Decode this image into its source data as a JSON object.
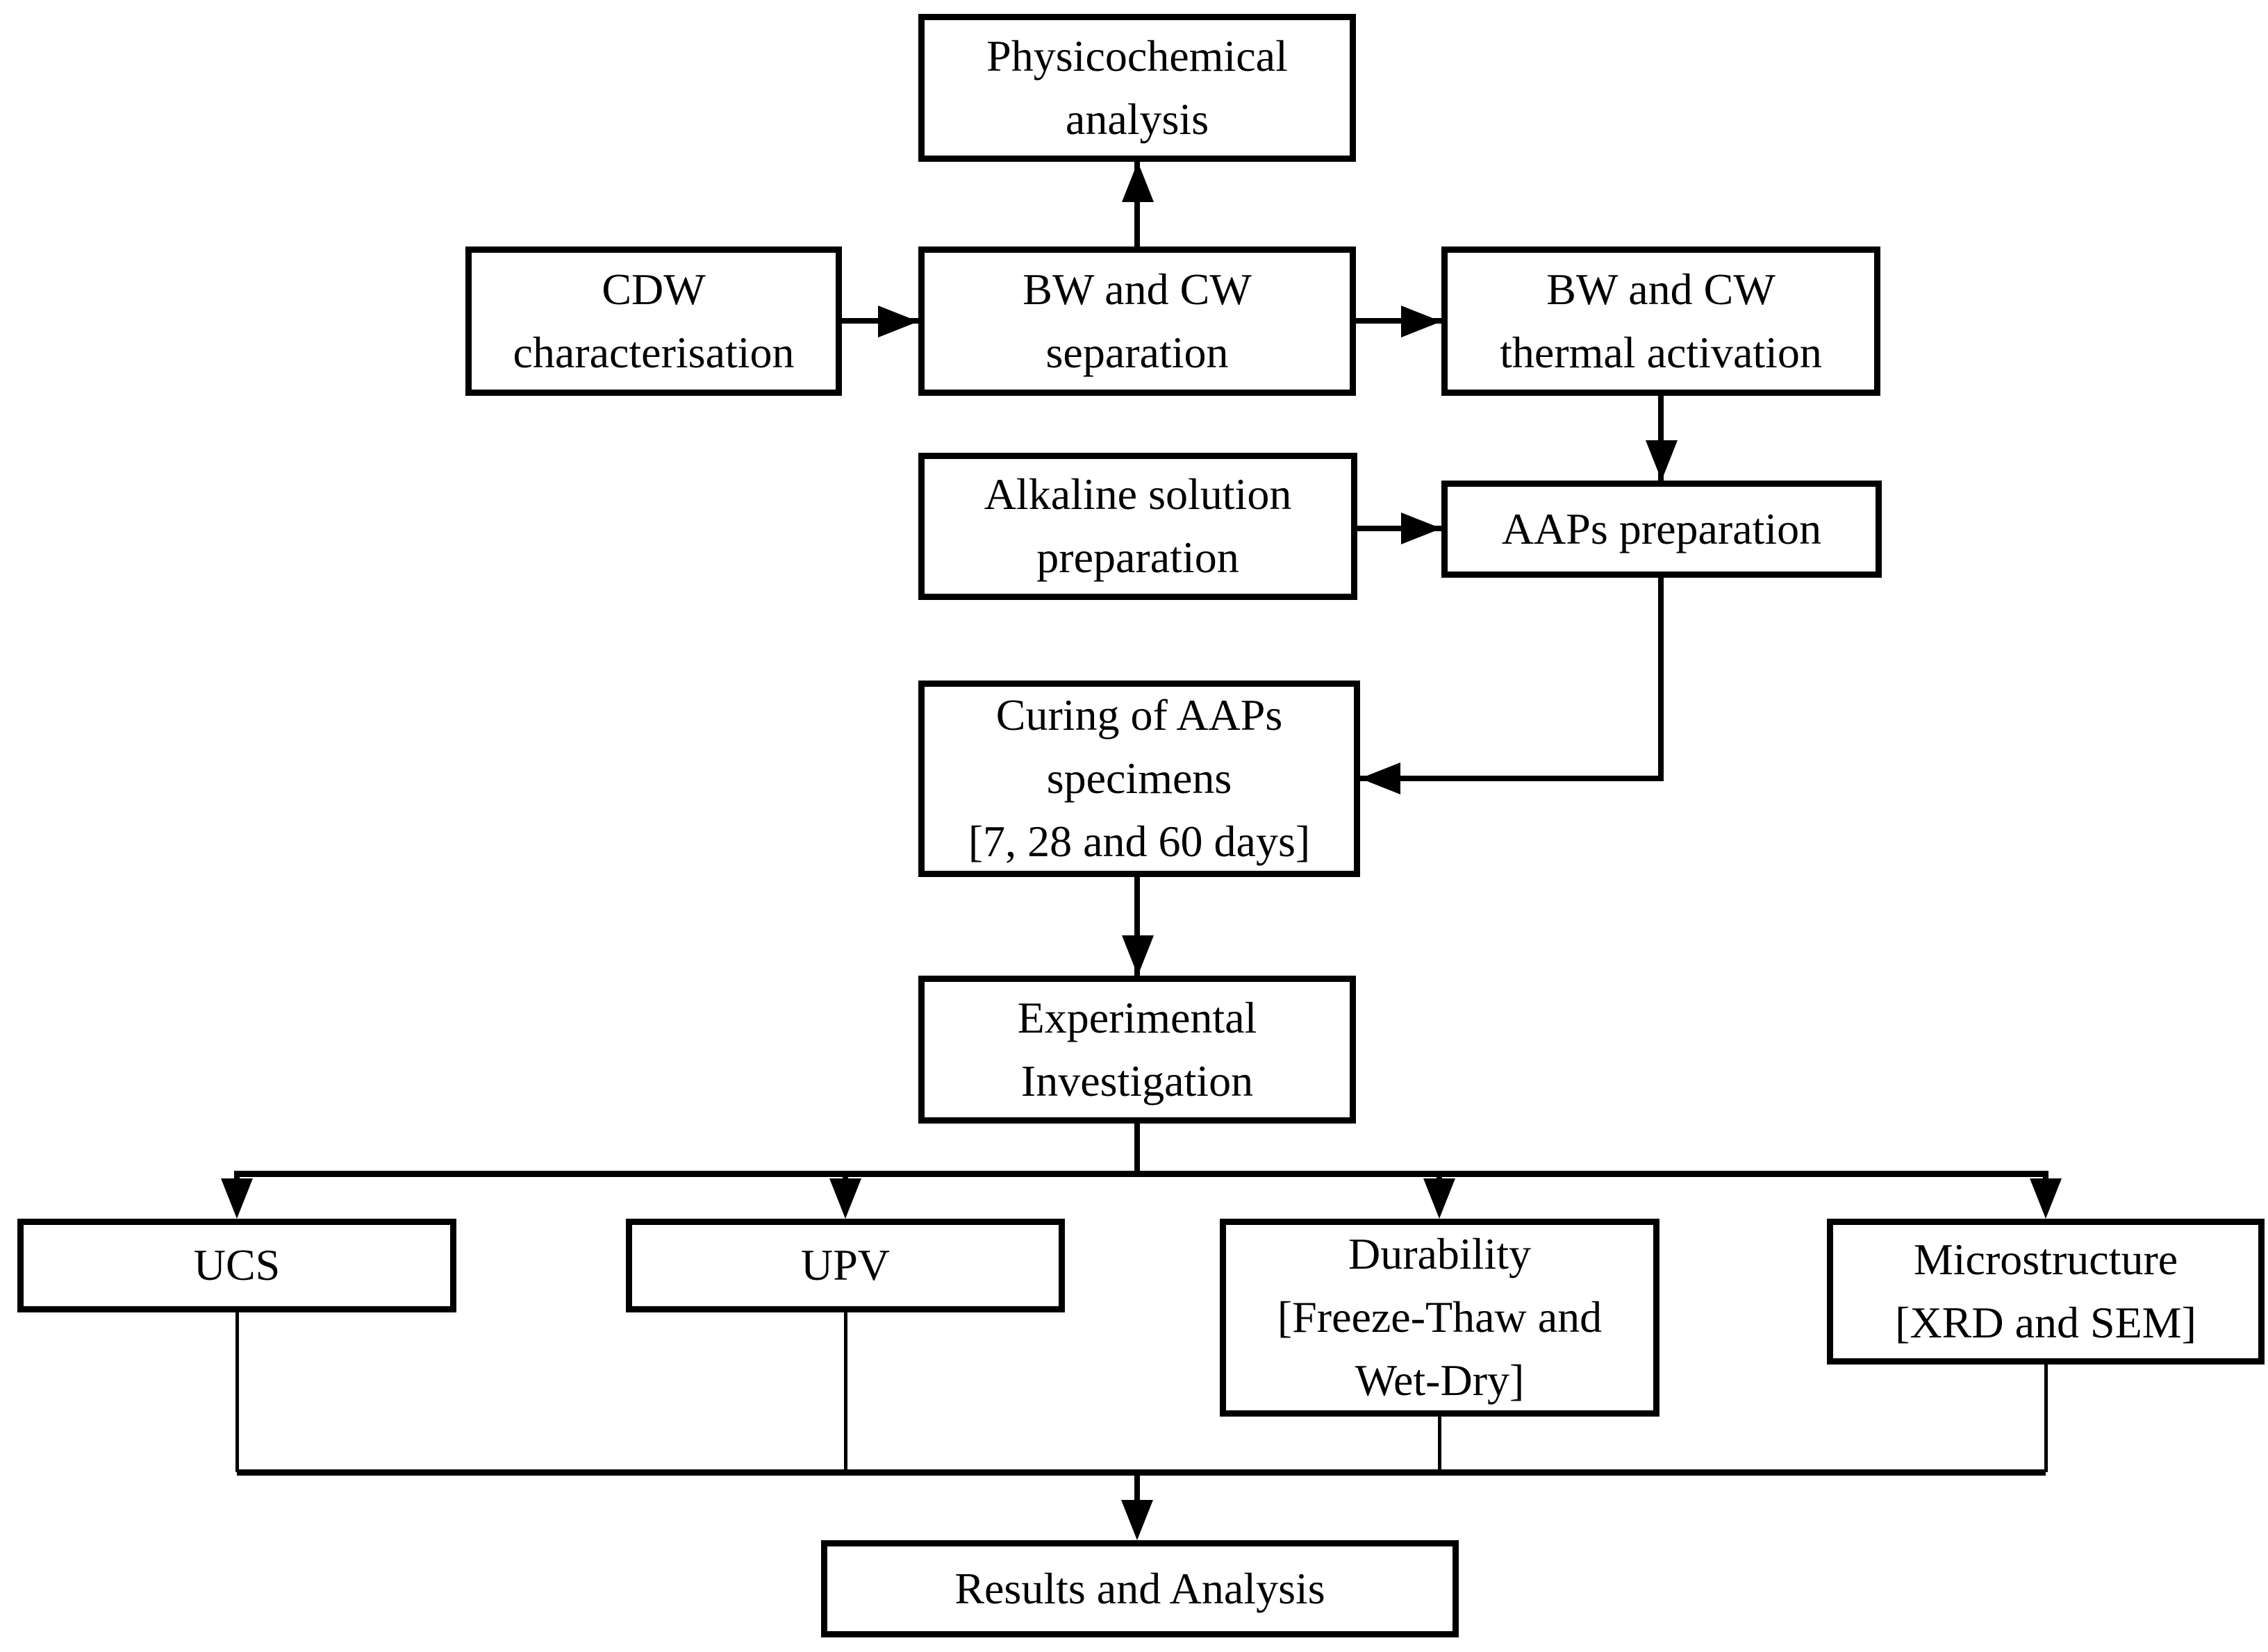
{
  "colors": {
    "background": "#ffffff",
    "box_fill": "#ffffff",
    "line": "#000000",
    "text": "#000000"
  },
  "nodes": {
    "physicochemical": {
      "label": "Physicochemical\nanalysis"
    },
    "cdw": {
      "label": "CDW\ncharacterisation"
    },
    "separation": {
      "label": "BW and CW\nseparation"
    },
    "thermal": {
      "label": "BW and CW\nthermal activation"
    },
    "alkaline": {
      "label": "Alkaline solution\npreparation"
    },
    "aaps": {
      "label": "AAPs preparation"
    },
    "curing": {
      "label": "Curing of AAPs\nspecimens\n[7, 28 and 60 days]"
    },
    "experimental": {
      "label": "Experimental\nInvestigation"
    },
    "ucs": {
      "label": "UCS"
    },
    "upv": {
      "label": "UPV"
    },
    "durability": {
      "label": "Durability\n[Freeze-Thaw and\nWet-Dry]"
    },
    "microstructure": {
      "label": "Microstructure\n[XRD and SEM]"
    },
    "results": {
      "label": "Results and Analysis"
    }
  },
  "edges": [
    {
      "from": "cdw",
      "to": "separation",
      "type": "arrow"
    },
    {
      "from": "separation",
      "to": "physicochemical",
      "type": "arrow"
    },
    {
      "from": "separation",
      "to": "thermal",
      "type": "arrow"
    },
    {
      "from": "thermal",
      "to": "aaps",
      "type": "arrow"
    },
    {
      "from": "alkaline",
      "to": "aaps",
      "type": "arrow"
    },
    {
      "from": "aaps",
      "to": "curing",
      "type": "arrow"
    },
    {
      "from": "curing",
      "to": "experimental",
      "type": "arrow"
    },
    {
      "from": "experimental",
      "to": "ucs",
      "type": "arrow"
    },
    {
      "from": "experimental",
      "to": "upv",
      "type": "arrow"
    },
    {
      "from": "experimental",
      "to": "durability",
      "type": "arrow"
    },
    {
      "from": "experimental",
      "to": "microstructure",
      "type": "arrow"
    },
    {
      "from": "ucs",
      "to": "results",
      "type": "line"
    },
    {
      "from": "upv",
      "to": "results",
      "type": "line"
    },
    {
      "from": "durability",
      "to": "results",
      "type": "line"
    },
    {
      "from": "microstructure",
      "to": "results",
      "type": "arrow"
    }
  ]
}
